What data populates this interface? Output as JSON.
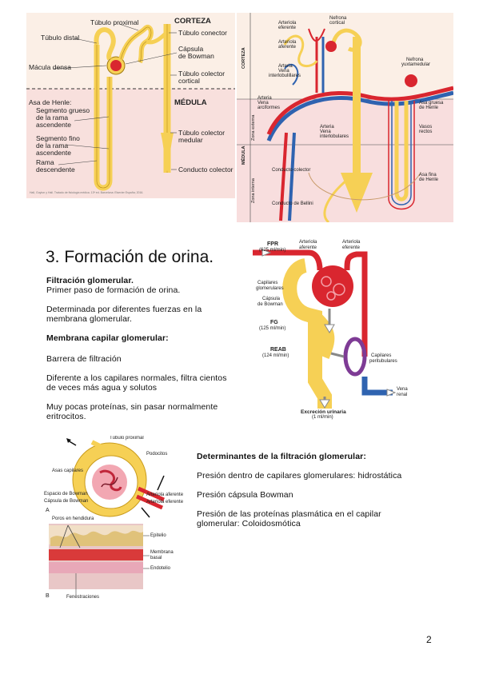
{
  "fig1": {
    "labels": {
      "corteza": "CORTEZA",
      "medula": "MÉDULA",
      "tubulo_proximal": "Túbulo proximal",
      "tubulo_distal": "Túbulo distal",
      "macula_densa": "Mácula densa",
      "tubulo_conector": "Túbulo conector",
      "capsula_bowman_1": "Cápsula",
      "capsula_bowman_2": "de Bowman",
      "colector_cortical_1": "Túbulo colector",
      "colector_cortical_2": "cortical",
      "asa_henle": "Asa de Henle:",
      "seg_grueso_1": "Segmento grueso",
      "seg_grueso_2": "de la rama",
      "seg_grueso_3": "ascendente",
      "seg_fino_1": "Segmento fino",
      "seg_fino_2": "de la rama",
      "seg_fino_3": "ascendente",
      "rama_desc_1": "Rama",
      "rama_desc_2": "descendente",
      "colector_medular_1": "Túbulo colector",
      "colector_medular_2": "medular",
      "conducto_colector": "Conducto colector",
      "credit": "Hall, Guyton y Hall. Tratado de fisiología médica. 13ª ed. Barcelona: Elsevier España; 2016."
    }
  },
  "fig2": {
    "labels": {
      "corteza": "CORTEZA",
      "medula": "MÉDULA",
      "zona_externa": "Zona externa",
      "zona_interna": "Zona interna",
      "arteriola_eferente_1": "Arteriola",
      "arteriola_eferente_2": "eferente",
      "arteriola_aferente_1": "Arteriola",
      "arteriola_aferente_2": "aferente",
      "nefrona_cortical_1": "Nefrona",
      "nefrona_cortical_2": "cortical",
      "arteria_interlob_1": "Arteria",
      "arteria_interlob_2": "Vena",
      "arteria_interlob_3": "interlobulillares",
      "nefrona_yuxta_1": "Nefrona",
      "nefrona_yuxta_2": "yuxtamedular",
      "arteria_arc_1": "Arteria",
      "arteria_arc_2": "Vena",
      "arteria_arc_3": "arciformes",
      "asa_gruesa_1": "Asa gruesa",
      "asa_gruesa_2": "de Henle",
      "arteria_interlobar_1": "Arteria",
      "arteria_interlobar_2": "Vena",
      "arteria_interlobar_3": "interlobulares",
      "vasos_rectos_1": "Vasos",
      "vasos_rectos_2": "rectos",
      "conducto_colector": "Conducto colector",
      "asa_fina_1": "Asa fina",
      "asa_fina_2": "de Henle",
      "conducto_bellini": "Conducto de Bellini"
    }
  },
  "section_title": "3. Formación de orina.",
  "paragraphs": {
    "filtracion_title": "Filtración glomerular.",
    "filtracion_p1": "Primer paso de formación de orina.",
    "determinada_1": "Determinada por diferentes fuerzas en la",
    "determinada_2": "membrana glomerular.",
    "membrana_title": "Membrana capilar glomerular:",
    "barrera": "Barrera de filtración",
    "diferente_1": "Diferente a los capilares normales, filtra cientos",
    "diferente_2": "de veces más agua y solutos",
    "pocas_1": "Muy pocas proteínas, sin pasar normalmente",
    "pocas_2": "eritrocitos.",
    "determinantes_title": "Determinantes de la filtración glomerular:",
    "presion_cap": "Presión dentro de capilares glomerulares: hidrostática",
    "presion_bowman": "Presión cápsula Bowman",
    "presion_prot_1": "Presión de las proteínas plasmática en el capilar",
    "presion_prot_2": "glomerular: Coloidosmótica"
  },
  "fig3": {
    "labels": {
      "fpr_1": "FPR",
      "fpr_2": "(625 ml/min)",
      "aferente_1": "Arteriola",
      "aferente_2": "aferente",
      "eferente_1": "Arteriola",
      "eferente_2": "eferente",
      "capilares_glom_1": "Capilares",
      "capilares_glom_2": "glomerulares",
      "capsula_1": "Cápsula",
      "capsula_2": "de Bowman",
      "fg_1": "FG",
      "fg_2": "(125 ml/min)",
      "reab_1": "REAB",
      "reab_2": "(124 ml/min)",
      "peritub_1": "Capilares",
      "peritub_2": "peritubulares",
      "vena_1": "Vena",
      "vena_2": "renal",
      "excrecion_1": "Excreción urinaria",
      "excrecion_2": "(1 ml/min)"
    }
  },
  "fig4": {
    "labels": {
      "tubulo_proximal": "Túbulo proximal",
      "podocitos": "Podocitos",
      "asas_capilares": "Asas capilares",
      "espacio_bowman": "Espacio de Bowman",
      "capsula_bowman": "Cápsula de Bowman",
      "arteriola_aferente": "Arteriola aferente",
      "arteriola_eferente": "Arteriola eferente",
      "panel_a": "A",
      "poros": "Poros en hendidura",
      "epitelio": "Epitelio",
      "membrana_basal_1": "Membrana",
      "membrana_basal_2": "basal",
      "endotelio": "Endotelio",
      "panel_b": "B",
      "fenestraciones": "Fenestraciones"
    }
  },
  "page_number": "2",
  "colors": {
    "tubule": "#f6d055",
    "artery": "#d9262f",
    "vein": "#2f63b0",
    "cortex_bg": "#fbeee6",
    "medulla_bg": "#f9dede"
  }
}
